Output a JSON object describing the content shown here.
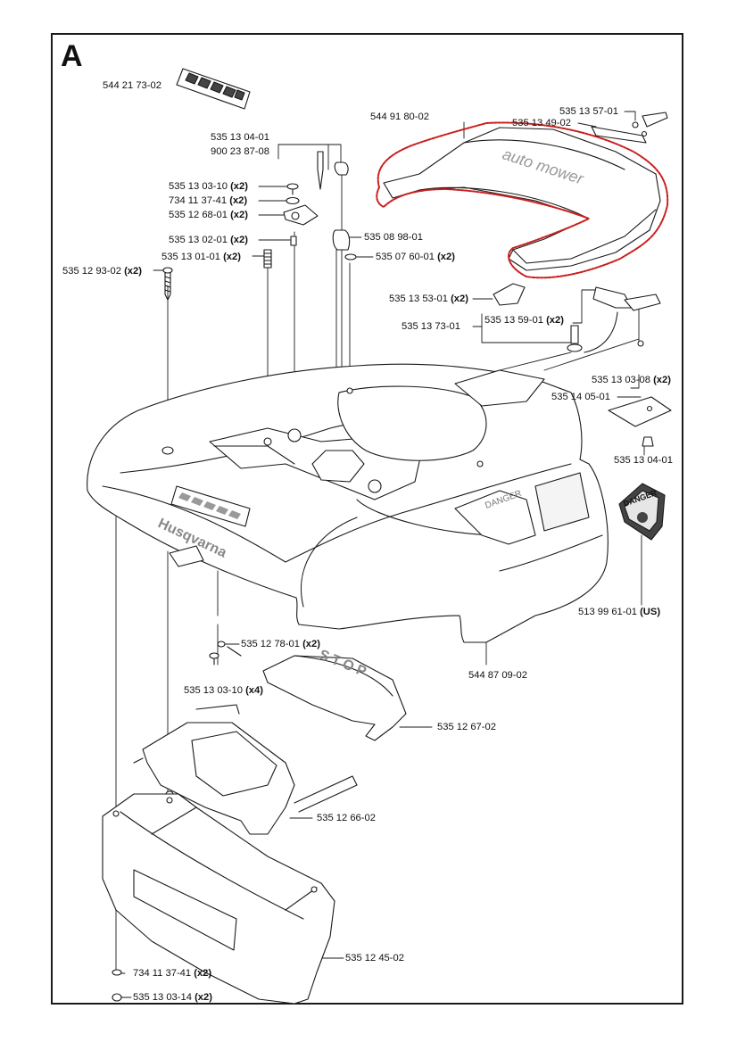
{
  "section": "A",
  "labels": [
    {
      "part": "544 21 73-02",
      "qty": ""
    },
    {
      "part": "544 91 80-02",
      "qty": ""
    },
    {
      "part": "535 13 57-01",
      "qty": ""
    },
    {
      "part": "535 13 49-02",
      "qty": ""
    },
    {
      "part": "535 13 04-01",
      "qty": ""
    },
    {
      "part": "900 23 87-08",
      "qty": ""
    },
    {
      "part": "535 13 03-10",
      "qty": "(x2)"
    },
    {
      "part": "734 11 37-41",
      "qty": "(x2)"
    },
    {
      "part": "535 12 68-01",
      "qty": "(x2)"
    },
    {
      "part": "535 13 02-01",
      "qty": "(x2)"
    },
    {
      "part": "535 08 98-01",
      "qty": ""
    },
    {
      "part": "535 13 01-01",
      "qty": "(x2)"
    },
    {
      "part": "535 07 60-01",
      "qty": "(x2)"
    },
    {
      "part": "535 12 93-02",
      "qty": "(x2)"
    },
    {
      "part": "535 13 53-01",
      "qty": "(x2)"
    },
    {
      "part": "535 13 59-01",
      "qty": "(x2)"
    },
    {
      "part": "535 13 73-01",
      "qty": ""
    },
    {
      "part": "535 13 03-08",
      "qty": "(x2)"
    },
    {
      "part": "535 14 05-01",
      "qty": ""
    },
    {
      "part": "535 13 04-01",
      "qty": ""
    },
    {
      "part": "513 99 61-01",
      "qty": "(US)"
    },
    {
      "part": "544 87 09-02",
      "qty": ""
    },
    {
      "part": "535 12 78-01",
      "qty": "(x2)"
    },
    {
      "part": "535 13 03-10",
      "qty": "(x4)"
    },
    {
      "part": "535 12 67-02",
      "qty": ""
    },
    {
      "part": "535 12 66-02",
      "qty": ""
    },
    {
      "part": "535 12 45-02",
      "qty": ""
    },
    {
      "part": "734 11 37-41",
      "qty": "(x2)"
    },
    {
      "part": "535 13 03-14",
      "qty": "(x2)"
    }
  ],
  "artwork": {
    "brand": "Husqvarna",
    "stop": "STOP",
    "danger": "DANGER",
    "cover_text": "auto mower",
    "highlight_color": "#c8201e",
    "line_color": "#1a1a1a"
  }
}
